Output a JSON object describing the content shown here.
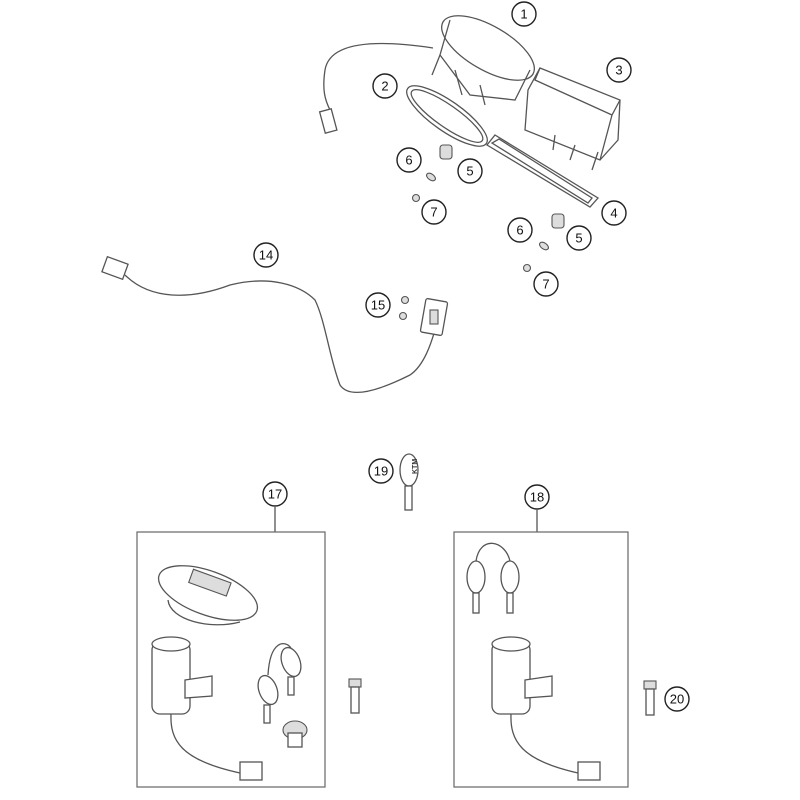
{
  "diagram": {
    "callouts": {
      "c1": "1",
      "c2": "2",
      "c3": "3",
      "c4": "4",
      "c5a": "5",
      "c6a": "6",
      "c7a": "7",
      "c5b": "5",
      "c6b": "6",
      "c7b": "7",
      "c14": "14",
      "c15": "15",
      "c17": "17",
      "c18": "18",
      "c19": "19",
      "c20": "20"
    },
    "key_logo": "KTM"
  }
}
